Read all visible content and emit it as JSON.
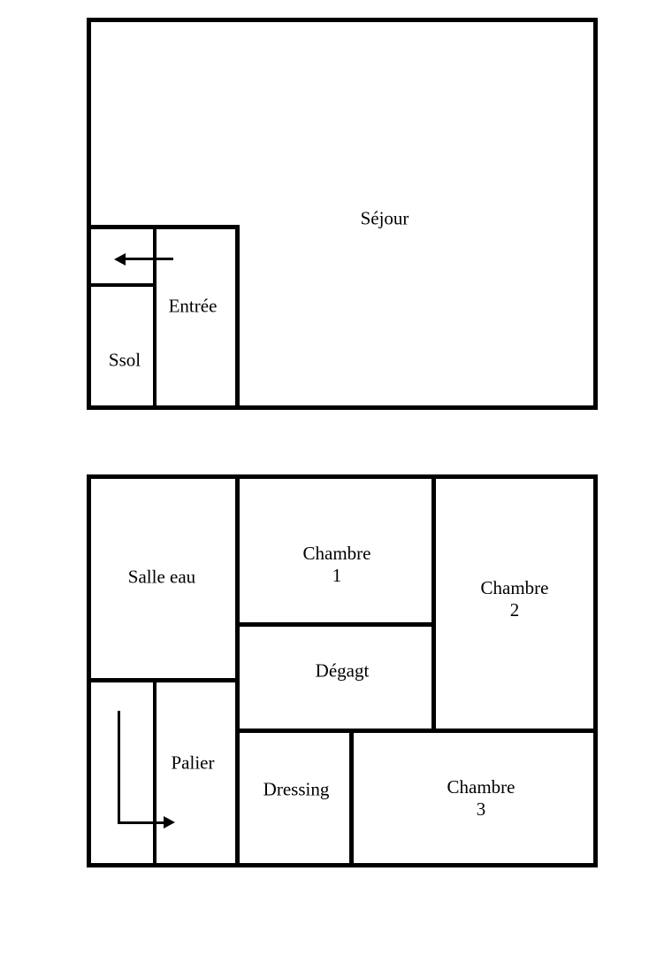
{
  "colors": {
    "background": "#ffffff",
    "wall": "#000000",
    "text": "#000000"
  },
  "floor_plans": [
    {
      "id": "plan-top",
      "rooms": [
        {
          "key": "sejour",
          "label": "Séjour"
        },
        {
          "key": "entree",
          "label": "Entrée"
        },
        {
          "key": "ssol",
          "label": "Ssol"
        }
      ],
      "arrow": {
        "direction": "left"
      }
    },
    {
      "id": "plan-bottom",
      "rooms": [
        {
          "key": "salle-eau",
          "label": "Salle eau"
        },
        {
          "key": "chambre-1",
          "label": "Chambre",
          "number": "1"
        },
        {
          "key": "chambre-2",
          "label": "Chambre",
          "number": "2"
        },
        {
          "key": "degagt",
          "label": "Dégagt"
        },
        {
          "key": "palier",
          "label": "Palier"
        },
        {
          "key": "dressing",
          "label": "Dressing"
        },
        {
          "key": "chambre-3",
          "label": "Chambre",
          "number": "3"
        }
      ],
      "arrow": {
        "direction": "down-then-right"
      }
    }
  ]
}
